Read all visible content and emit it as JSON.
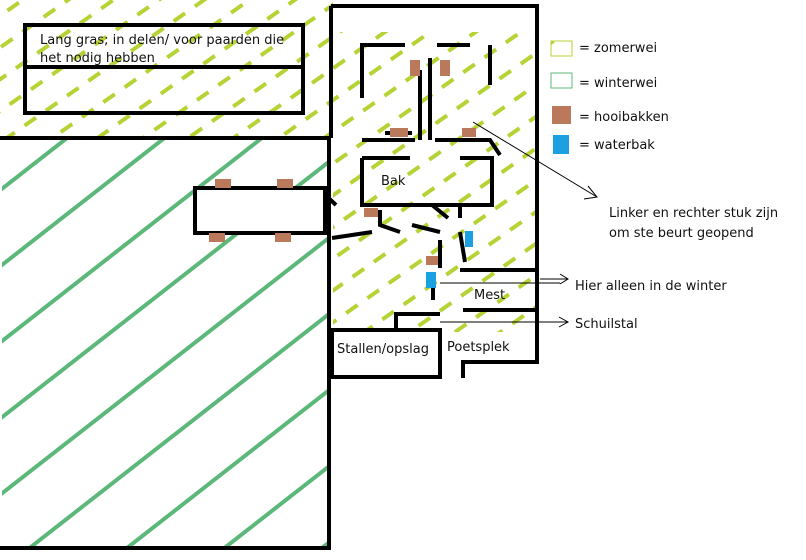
{
  "areas": {
    "long_grass": "Lang gras; in delen/ voor paarden die het nodig hebben",
    "arena": "Bak",
    "manure": "Mest",
    "stable_storage": "Stallen/opslag",
    "grooming": "Poetsplek"
  },
  "annotations": {
    "left_right": "Linker en rechter stuk zijn om ste beurt geopend",
    "winter_only": "Hier alleen in de winter",
    "shelter": "Schuilstal"
  },
  "legend": [
    {
      "label": "= zomerwei",
      "pattern": "summer-hatch"
    },
    {
      "label": "= winterwei",
      "pattern": "winter-hatch"
    },
    {
      "label": "= hooibakken",
      "color": "#b9795a"
    },
    {
      "label": "= waterbak",
      "color": "#1ba1e2"
    }
  ],
  "colors": {
    "summer": "#b5d335",
    "winter": "#5cb87a",
    "hay": "#b9795a",
    "water": "#1ba1e2",
    "wall": "#000000"
  }
}
